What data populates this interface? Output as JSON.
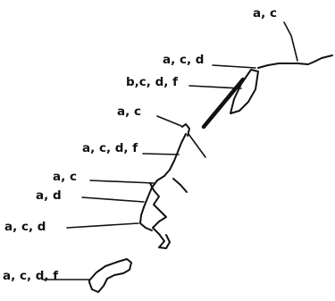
{
  "labels": [
    "a, c",
    "a, c, d",
    "b,c, d, f",
    "a, c",
    "a, c, d, f",
    "a, c",
    "a, d",
    "a, c, d",
    "a, c, d, f"
  ]
}
